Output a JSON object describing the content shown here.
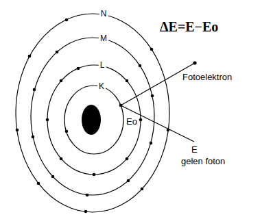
{
  "diagram": {
    "labels": [
      "ΔE=E−Eo",
      "N",
      "M",
      "L",
      "K",
      "Fotoelektron",
      "Eo",
      "E",
      "gelen foton"
    ]
  }
}
